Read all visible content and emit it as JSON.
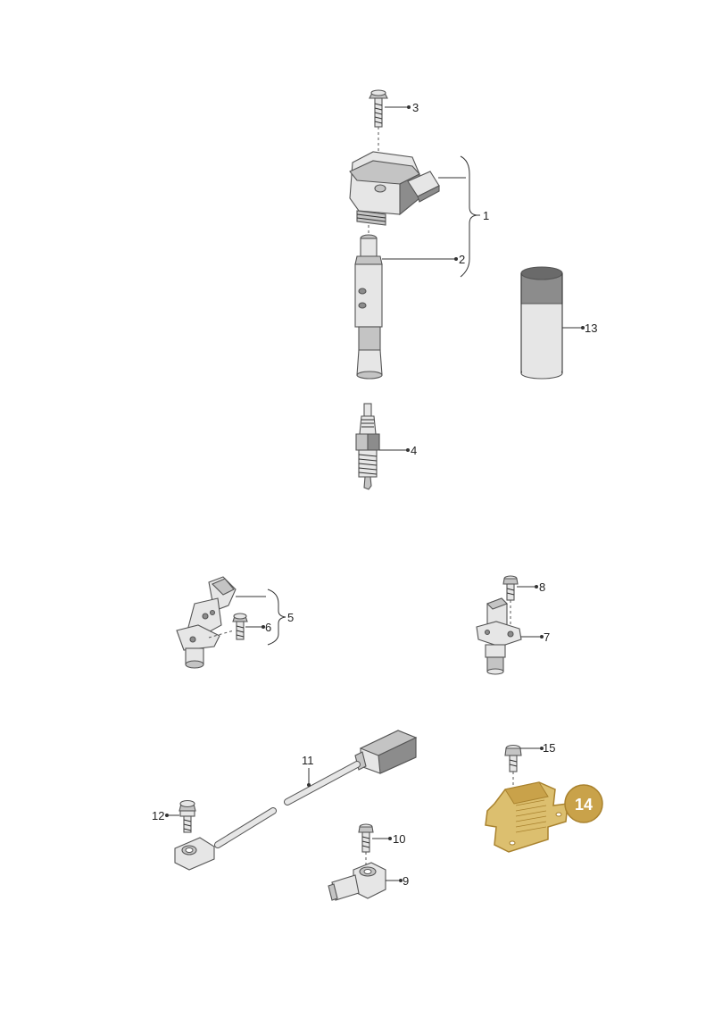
{
  "labels": {
    "l1": "1",
    "l2": "2",
    "l3": "3",
    "l4": "4",
    "l5": "5",
    "l6": "6",
    "l7": "7",
    "l8": "8",
    "l9": "9",
    "l10": "10",
    "l11": "11",
    "l12": "12",
    "l13": "13",
    "l14": "14",
    "l15": "15"
  },
  "colors": {
    "highlight_fill": "#c9a24a",
    "highlight_stroke": "#a9822e",
    "line": "#333333"
  },
  "icons": {
    "highlighted_part": "heat-shield-icon",
    "highlight_badge": "circle-badge-icon"
  }
}
